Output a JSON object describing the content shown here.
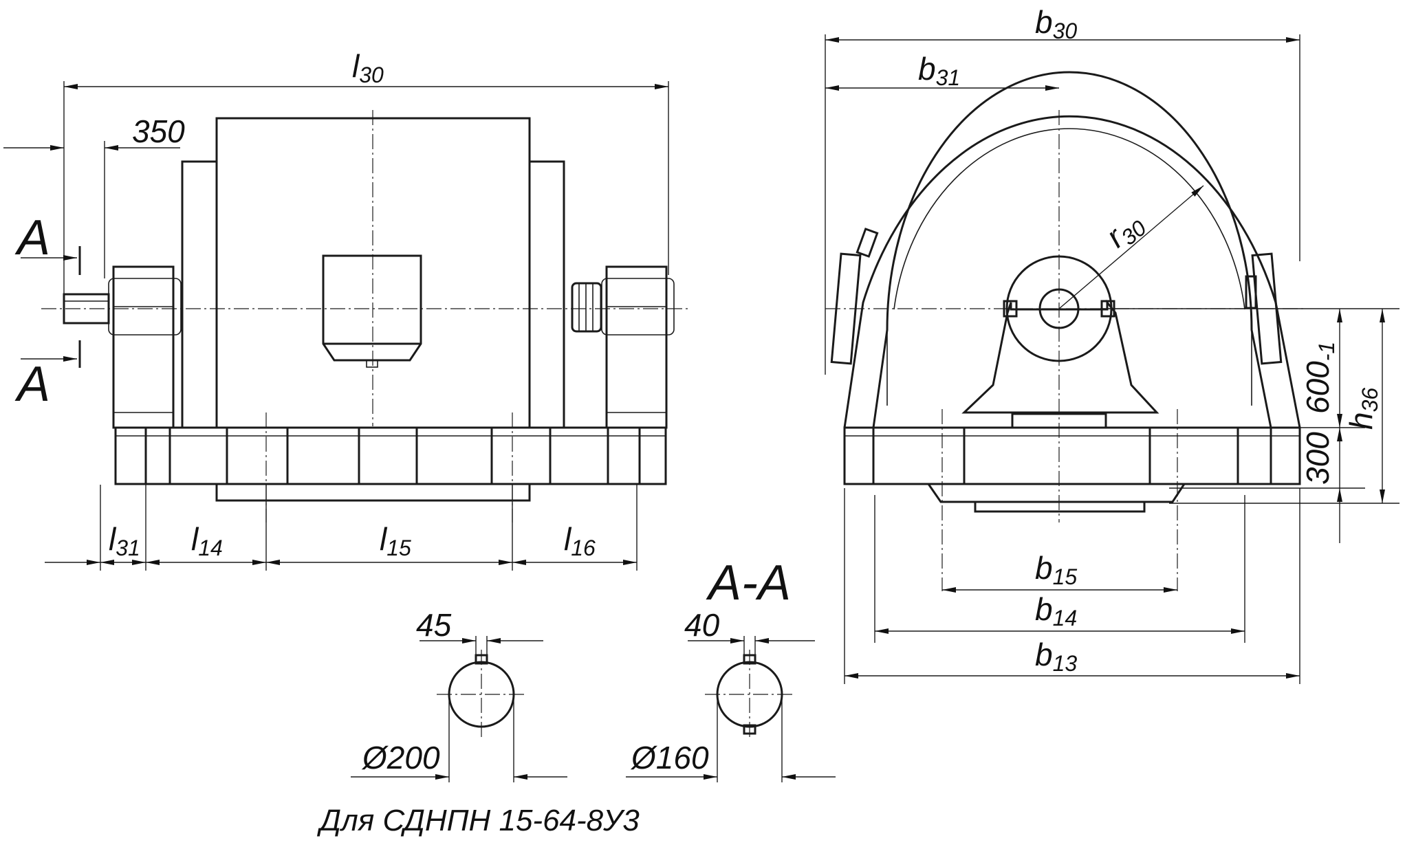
{
  "front_view": {
    "dims": {
      "overall_length": {
        "main": "l",
        "sub": "30"
      },
      "shaft_offset": "350",
      "l31": {
        "main": "l",
        "sub": "31"
      },
      "l14": {
        "main": "l",
        "sub": "14"
      },
      "l15": {
        "main": "l",
        "sub": "15"
      },
      "l16": {
        "main": "l",
        "sub": "16"
      }
    },
    "section_mark_top": "A",
    "section_mark_bottom": "A"
  },
  "side_view": {
    "dims": {
      "b30": {
        "main": "b",
        "sub": "30"
      },
      "b31": {
        "main": "b",
        "sub": "31"
      },
      "r30": {
        "main": "r",
        "sub": "30"
      },
      "h600": {
        "main": "600",
        "sub": "-1"
      },
      "h36": {
        "main": "h",
        "sub": "36"
      },
      "base_height": "300",
      "b15": {
        "main": "b",
        "sub": "15"
      },
      "b14": {
        "main": "b",
        "sub": "14"
      },
      "b13": {
        "main": "b",
        "sub": "13"
      }
    }
  },
  "sections": {
    "title": "A-A",
    "left": {
      "key_width": "45",
      "diameter": "Ø200"
    },
    "right": {
      "key_width": "40",
      "diameter": "Ø160"
    }
  },
  "caption": "Для СДНПН 15-64-8У3"
}
